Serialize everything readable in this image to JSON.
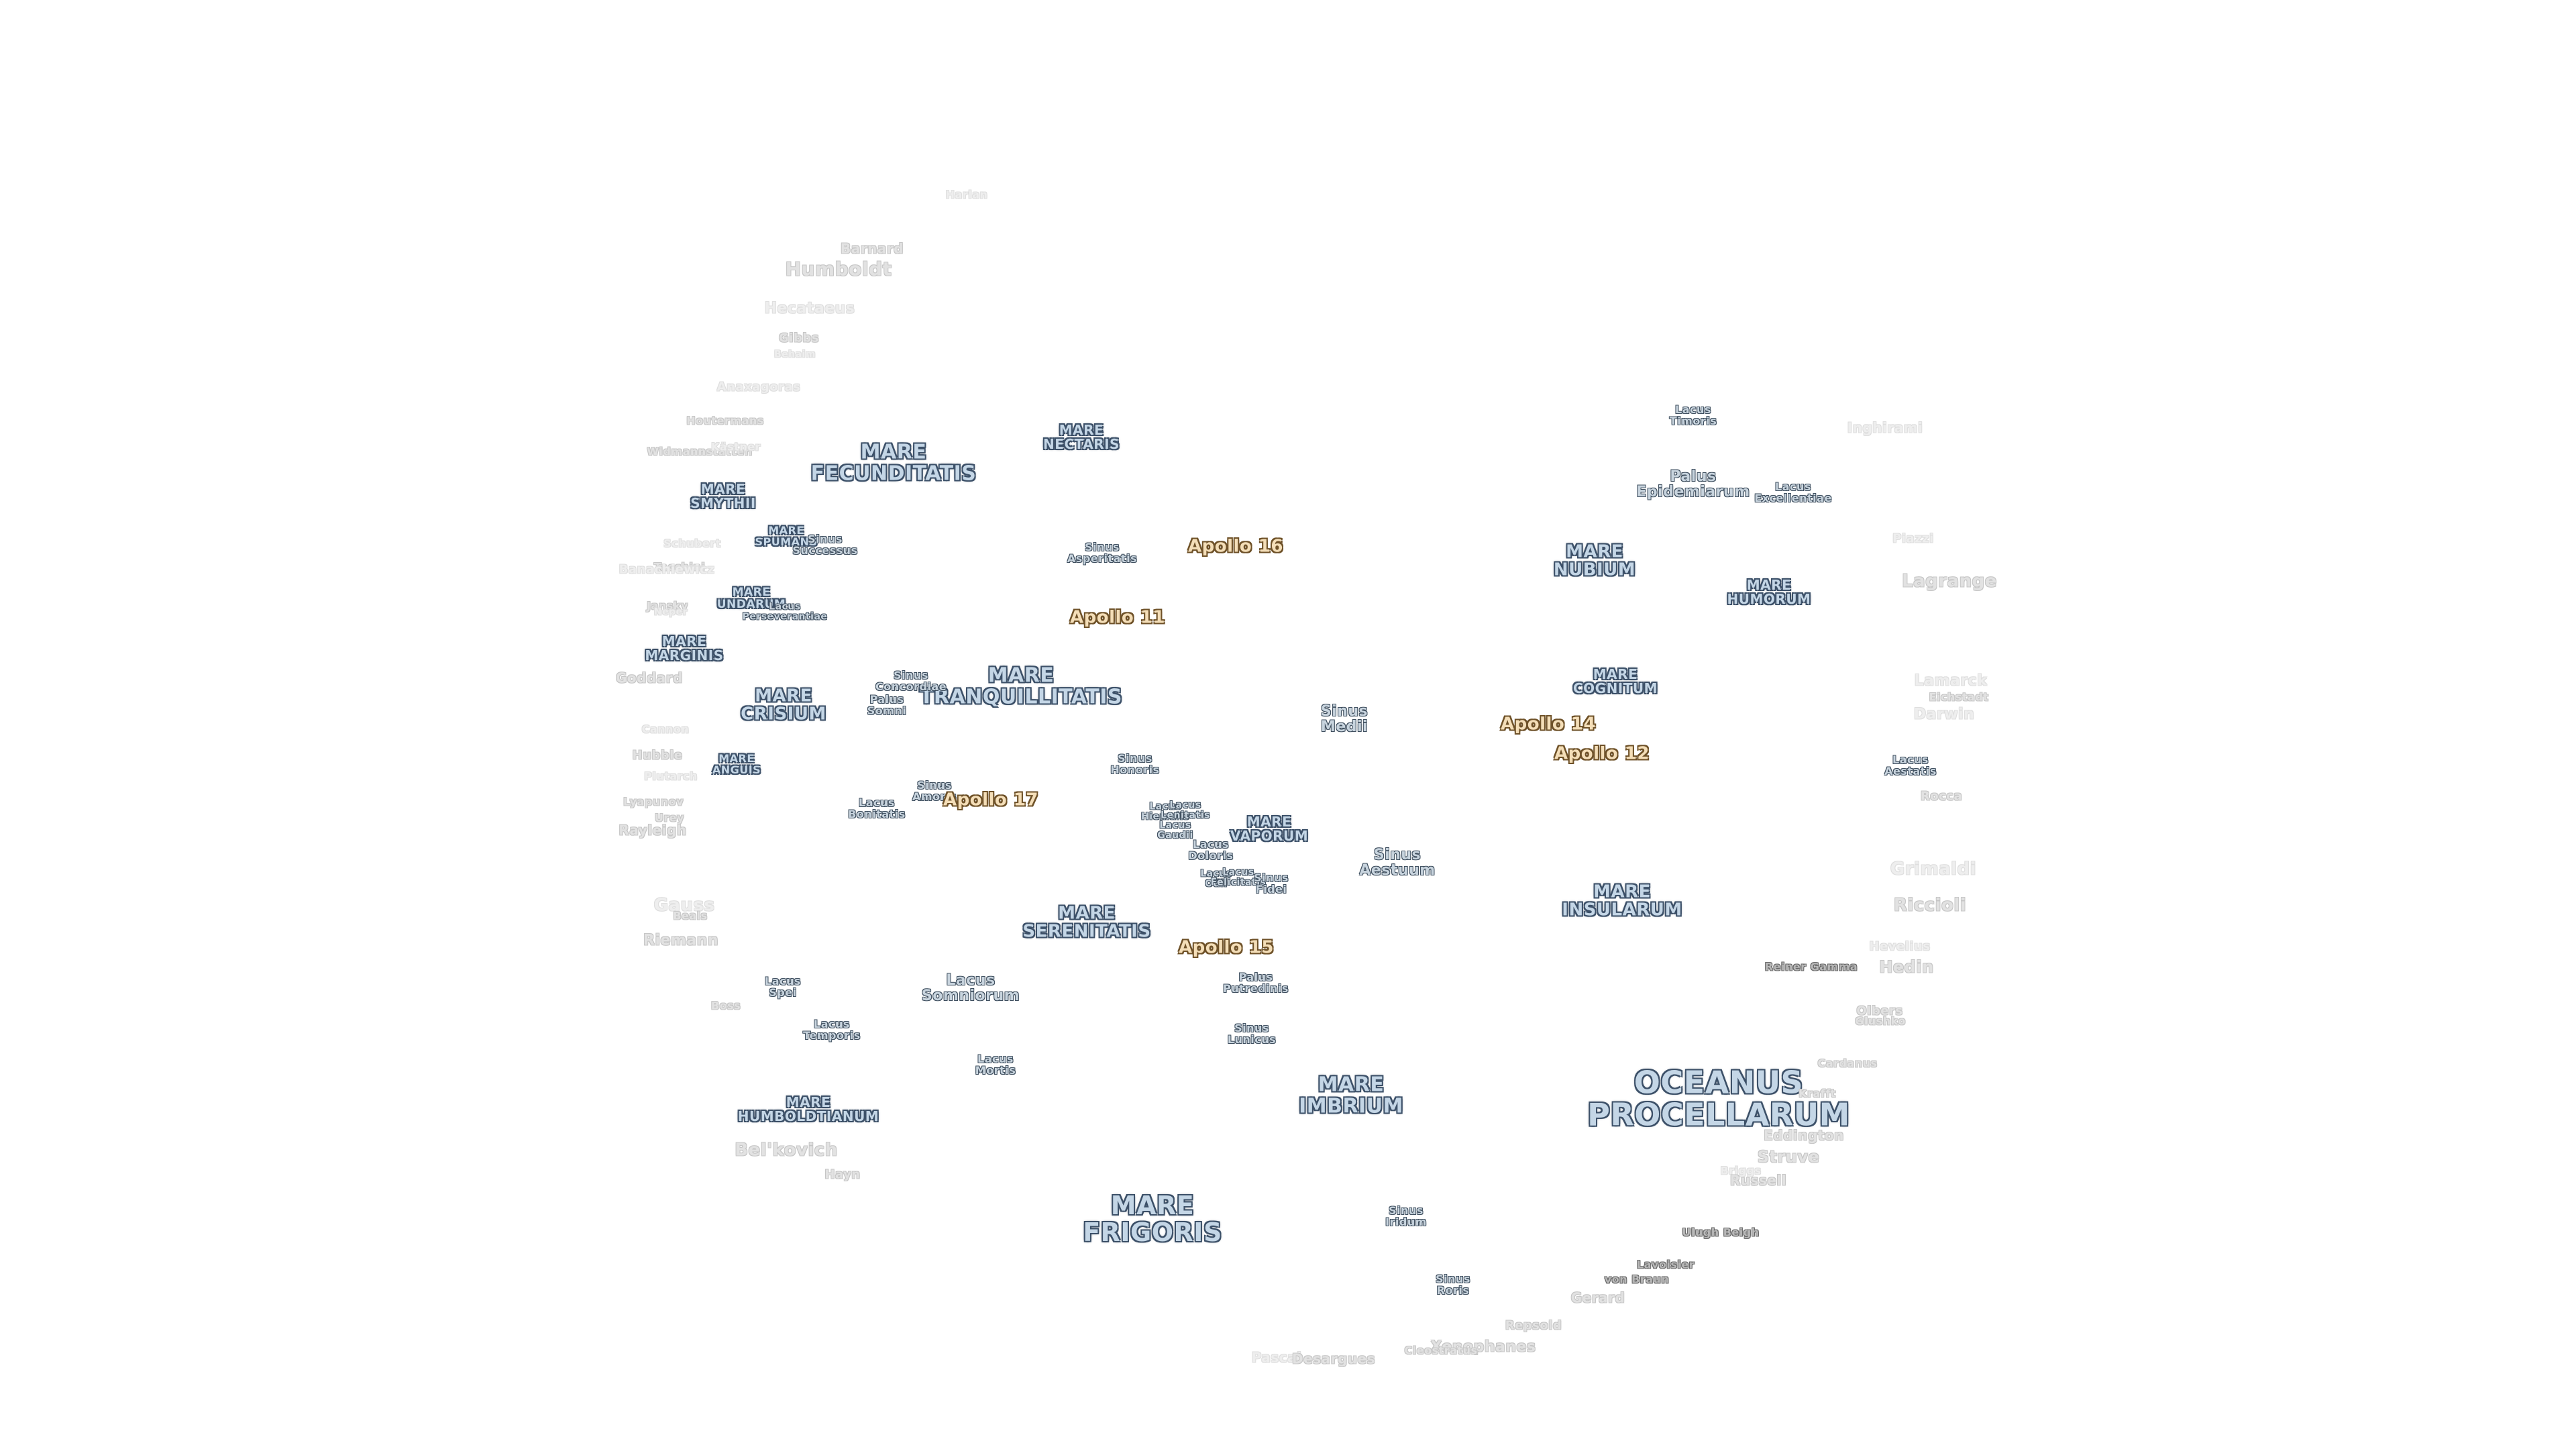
{
  "maria": {
    "fecunditatis": "MARE\nFECUNDITATIS",
    "nectaris": "MARE\nNECTARIS",
    "smythii": "MARE\nSMYTHII",
    "spumans": "MARE\nSPUMANS",
    "undarum": "MARE\nUNDARUM",
    "marginis": "MARE\nMARGINIS",
    "crisium": "MARE\nCRISIUM",
    "anguis": "MARE\nANGUIS",
    "tranquillitatis": "MARE\nTRANQUILLITATIS",
    "serenitatis": "MARE\nSERENITATIS",
    "vaporum": "MARE\nVAPORUM",
    "humboldtianum": "MARE\nHUMBOLDTIANUM",
    "frigoris": "MARE\nFRIGORIS",
    "imbrium": "MARE\nIMBRIUM",
    "nubium": "MARE\nNUBIUM",
    "humorum": "MARE\nHUMORUM",
    "cognitum": "MARE\nCOGNITUM",
    "insularum": "MARE\nINSULARUM",
    "procellarum": "OCEANUS\nPROCELLARUM"
  },
  "minor": {
    "sinus_successus": "Sinus\nSuccessus",
    "lacus_perseverantiae": "Lacus\nPerseverantiae",
    "sinus_asperitatis": "Sinus\nAsperitatis",
    "sinus_concordiae": "Sinus\nConcordiae",
    "palus_somni": "Palus\nSomni",
    "lacus_bonitatis": "Lacus\nBonitatis",
    "sinus_amoris": "Sinus\nAmoris",
    "sinus_honoris": "Sinus\nHonoris",
    "lacus_hiemalis": "Lacus\nHiemalis",
    "lacus_lenitatis": "Lacus\nLenitatis",
    "lacus_gaudii": "Lacus\nGaudii",
    "lacus_doloris": "Lacus\nDoloris",
    "lacus_odii": "Lacus\nOdii",
    "lacus_felicitatis": "Lacus\nFelicitatis",
    "sinus_fidei": "Sinus\nFidei",
    "sinus_medii": "Sinus\nMedii",
    "sinus_aestuum": "Sinus\nAestuum",
    "palus_putredinis": "Palus\nPutredinis",
    "sinus_lunicus": "Sinus\nLunicus",
    "lacus_spei": "Lacus\nSpei",
    "lacus_somniorum": "Lacus\nSomniorum",
    "lacus_temporis": "Lacus\nTemporis",
    "lacus_mortis": "Lacus\nMortis",
    "sinus_iridum": "Sinus\nIridum",
    "sinus_roris": "Sinus\nRoris",
    "lacus_timoris": "Lacus\nTimoris",
    "palus_epidemiarum": "Palus\nEpidemiarum",
    "lacus_excellentiae": "Lacus\nExcellentiae",
    "lacus_aestatis": "Lacus\nAestatis"
  },
  "apollo": {
    "a11": "Apollo 11",
    "a12": "Apollo 12",
    "a14": "Apollo 14",
    "a15": "Apollo 15",
    "a16": "Apollo 16",
    "a17": "Apollo 17"
  },
  "craters": {
    "harlan": "Harlan",
    "barnard": "Barnard",
    "humboldt": "Humboldt",
    "hecataeus": "Hecataeus",
    "gibbs": "Gibbs",
    "behaim": "Behaim",
    "anaxagoras": "Anaxagoras",
    "houtermans": "Houtermans",
    "widmannstatten": "Widmannstätten",
    "kastner": "Kästner",
    "schubert": "Schubert",
    "tacchini": "Tacchini",
    "banachiewicz": "Banachiewicz",
    "jansky": "Jansky",
    "neper": "Neper",
    "goddard": "Goddard",
    "cannon": "Cannon",
    "hubble": "Hubble",
    "plutarch": "Plutarch",
    "lyapunov": "Lyapunov",
    "urey": "Urey",
    "rayleigh": "Rayleigh",
    "gauss": "Gauss",
    "beals": "Beals",
    "riemann": "Riemann",
    "boss": "Boss",
    "belkovich": "Bel'kovich",
    "hayn": "Hayn",
    "inghirami": "Inghirami",
    "piazzi": "Piazzi",
    "lagrange": "Lagrange",
    "lamarck": "Lamarck",
    "eichstadt": "Eichstadt",
    "darwin": "Darwin",
    "rocca": "Rocca",
    "grimaldi": "Grimaldi",
    "riccioli": "Riccioli",
    "hevelius": "Hevelius",
    "hedin": "Hedin",
    "reiner_gamma": "Reiner Gamma",
    "olbers": "Olbers",
    "glushko": "Glushko",
    "cardanus": "Cardanus",
    "krafft": "Krafft",
    "eddington": "Eddington",
    "struve": "Struve",
    "briggs": "Briggs",
    "russell": "Russell",
    "ulugh_beigh": "Ulugh Beigh",
    "lavoisier": "Lavoisier",
    "von_braun": "von Braun",
    "gerard": "Gerard",
    "repsold": "Repsold",
    "xenophanes": "Xenophanes",
    "cleostratus": "Cleostratus",
    "pascal": "Pascal",
    "desargues": "Desargues"
  }
}
